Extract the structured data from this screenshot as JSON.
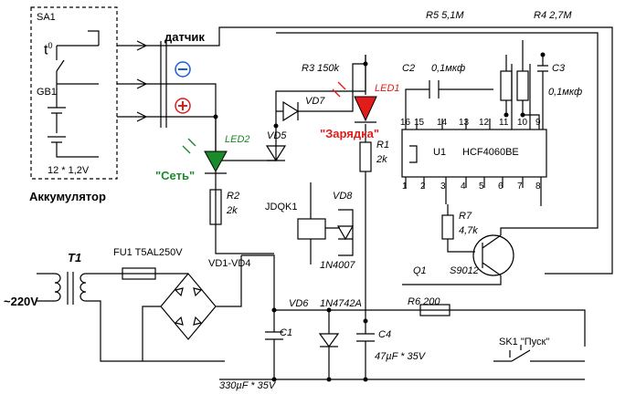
{
  "battery": {
    "sa1": "SA1",
    "t0": "t",
    "t0_sup": "0",
    "gb1": "GB1",
    "spec": "12 * 1,2V",
    "title": "Аккумулятор"
  },
  "sensor": {
    "label": "датчик"
  },
  "labels": {
    "r3": "R3  150k",
    "vd7": "VD7",
    "led1": "LED1",
    "charging": "\"Зарядка\"",
    "r1": "R1",
    "r1v": "2k",
    "vd5": "VD5",
    "led2": "LED2",
    "network": "\"Сеть\"",
    "r2": "R2",
    "r2v": "2k",
    "jdqk1": "JDQK1",
    "vd8": "VD8",
    "n4007": "1N4007",
    "r5": "R5   5,1M",
    "r4": "R4   2,7M",
    "c2": "C2",
    "c2v": "0,1мкф",
    "c3": "C3",
    "c3v": "0,1мкф",
    "u1": "U1",
    "ic": "HCF4060BE",
    "r7": "R7",
    "r7v": "4,7k",
    "q1": "Q1",
    "s9012": "S9012",
    "t1": "T1",
    "fu1": "FU1   T5AL250V",
    "ac": "~220V",
    "vd1vd4": "VD1-VD4",
    "vd6": "VD6",
    "n4742": "1N4742A",
    "r6": "R6   200",
    "c1": "C1",
    "c1v": "330µF * 35V",
    "c4": "C4",
    "c4v": "47µF * 35V",
    "sk1": "SK1 \"Пуск\""
  },
  "ic_pins_top": [
    "16",
    "15",
    "14",
    "13",
    "12",
    "11",
    "10",
    "9"
  ],
  "ic_pins_bottom": [
    "1",
    "2",
    "3",
    "4",
    "5",
    "6",
    "7",
    "8"
  ],
  "colors": {
    "led1": "#e21b1b",
    "led2": "#1a8a2a",
    "minus": "#1a5dd6",
    "plus": "#e21b1b"
  }
}
